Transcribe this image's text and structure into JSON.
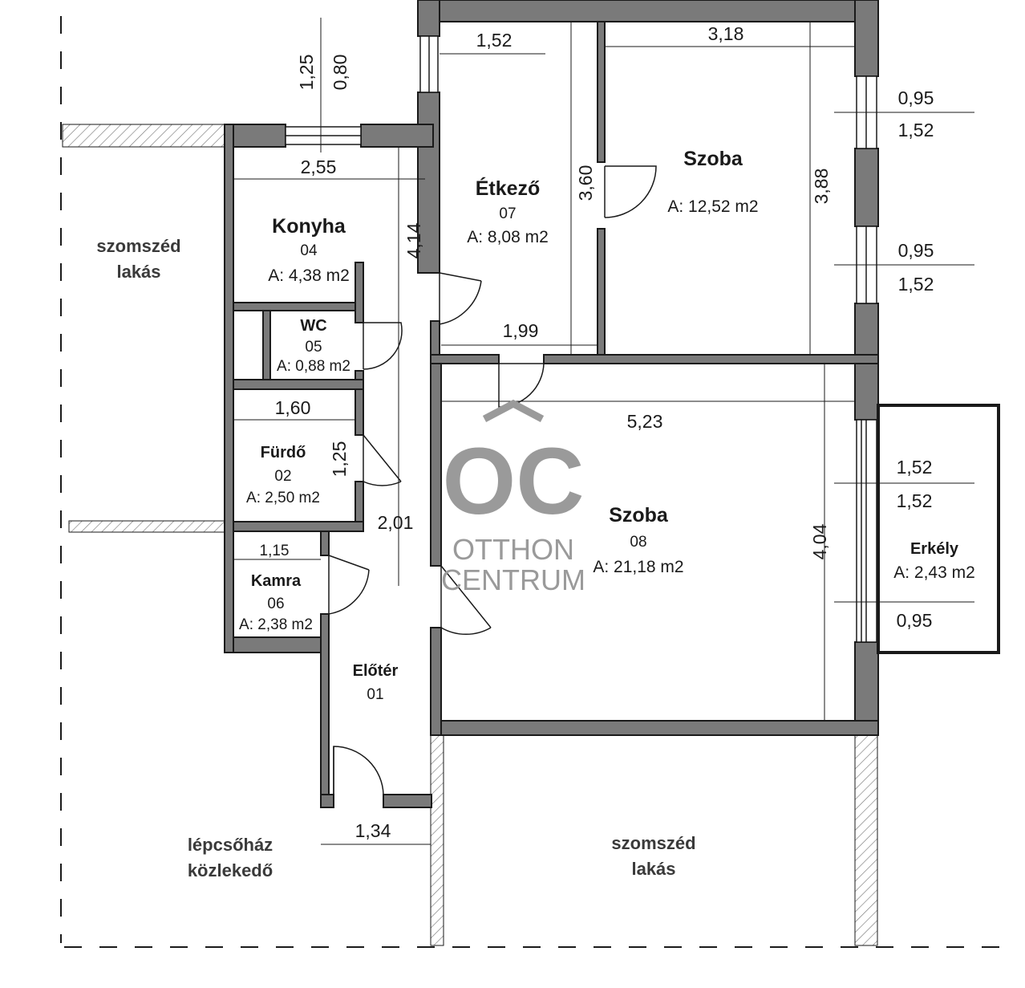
{
  "colors": {
    "wall": "#7a7a7a",
    "line": "#1a1a1a",
    "watermark": "#9a9a9a"
  },
  "icons": {
    "watermark_logo": "house-roof-chevron-icon"
  },
  "rooms": {
    "etkezo": {
      "name": "Étkező",
      "number": "07",
      "area": "A: 8,08 m2"
    },
    "szoba_top": {
      "name": "Szoba",
      "area": "A: 12,52 m2"
    },
    "konyha": {
      "name": "Konyha",
      "number": "04",
      "area": "A: 4,38 m2"
    },
    "wc": {
      "name": "WC",
      "number": "05",
      "area": "A: 0,88 m2"
    },
    "furdo": {
      "name": "Fürdő",
      "number": "02",
      "area": "A: 2,50 m2"
    },
    "kamra": {
      "name": "Kamra",
      "number": "06",
      "area": "A: 2,38 m2"
    },
    "eloter": {
      "name": "Előtér",
      "number": "01"
    },
    "szoba_main": {
      "name": "Szoba",
      "number": "08",
      "area": "A: 21,18 m2"
    },
    "erkely": {
      "name": "Erkély",
      "area": "A: 2,43 m2"
    }
  },
  "external_labels": {
    "neighbor_left": [
      "szomszéd",
      "lakás"
    ],
    "stair": [
      "lépcsőház",
      "közlekedő"
    ],
    "neighbor_bottom": [
      "szomszéd",
      "lakás"
    ]
  },
  "dimensions": {
    "etkezo_width": "1,52",
    "szoba_top_width": "3,18",
    "win_top_a": "1,25",
    "win_top_b": "0,80",
    "win_right1_a": "0,95",
    "win_right1_b": "1,52",
    "win_right2_a": "0,95",
    "win_right2_b": "1,52",
    "konyha_width": "2,55",
    "hall_height": "4,14",
    "etkezo_height": "3,60",
    "szoba_top_height": "3,88",
    "etkezo_bottom": "1,99",
    "furdo_width": "1,60",
    "furdo_height": "1,25",
    "hall_width": "2,01",
    "szoba_main_width": "5,23",
    "szoba_main_height": "4,04",
    "kamra_width": "1,15",
    "entry_width": "1,34",
    "erkely_a": "1,52",
    "erkely_b": "1,52",
    "erkely_c": "0,95"
  },
  "watermark": {
    "logo_text": "OC",
    "line1": "OTTHON",
    "line2": "CENTRUM"
  }
}
